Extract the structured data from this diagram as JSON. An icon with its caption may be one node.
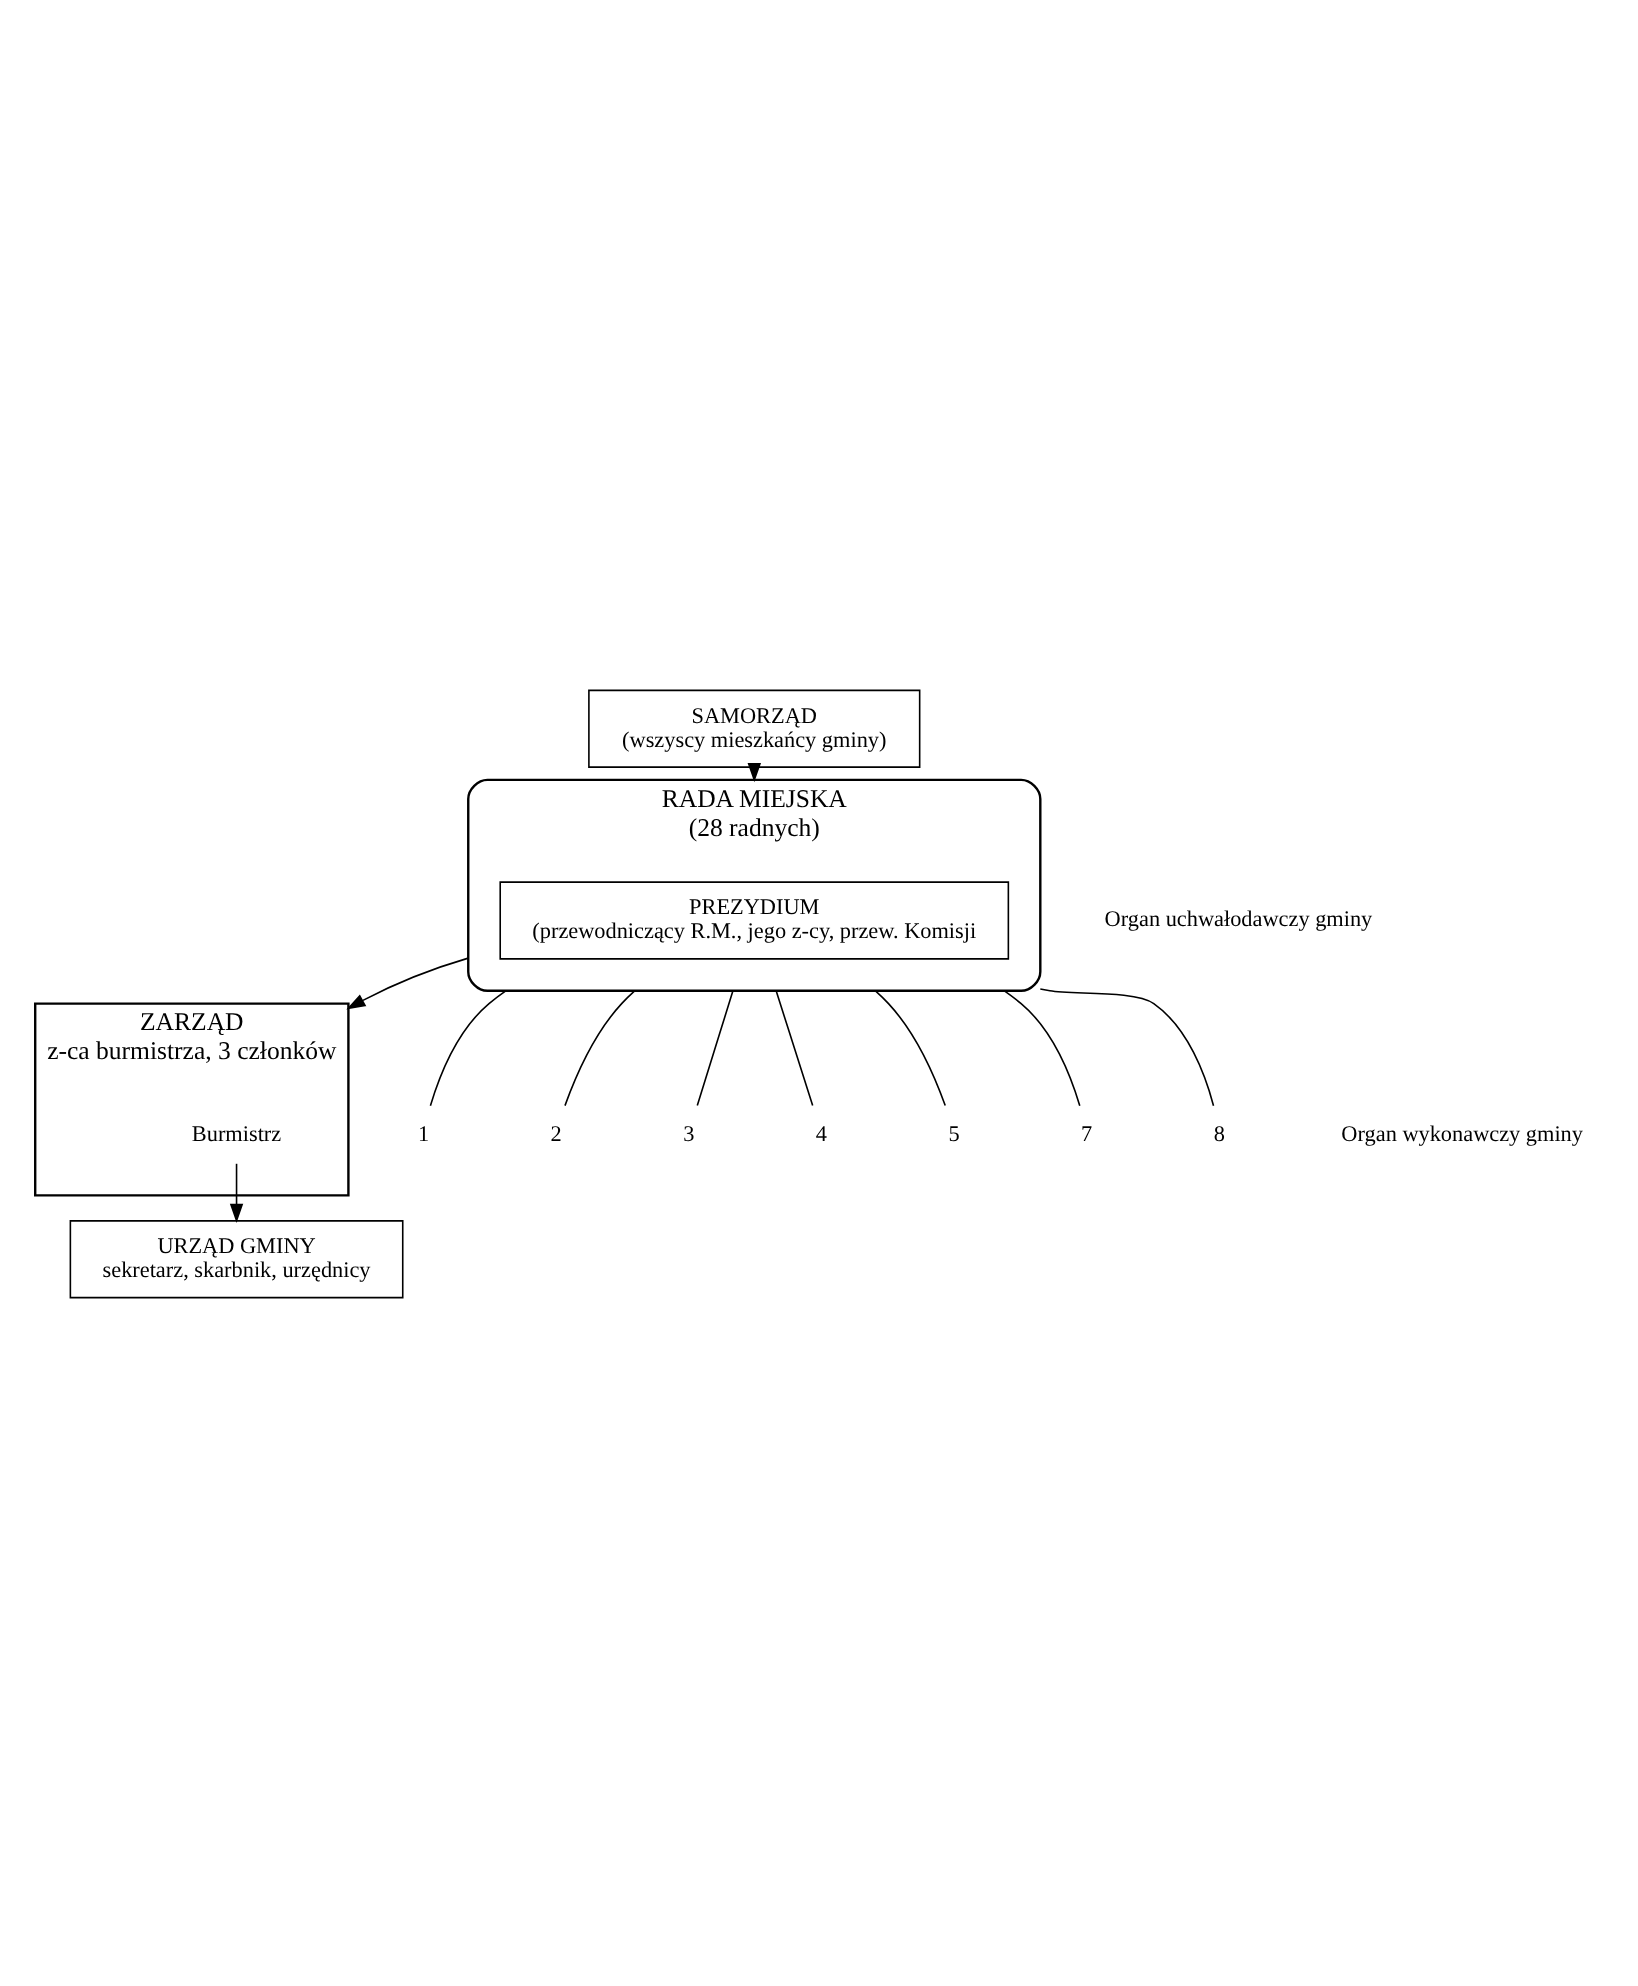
{
  "diagram": {
    "nodes": [
      {
        "text": [
          "SAMORZĄD",
          "(wszyscy mieszkańcy gminy)"
        ]
      },
      {
        "text": [
          "RADA MIEJSKA",
          "(28 radnych)"
        ]
      },
      {
        "text": [
          "PREZYDIUM",
          "(przewodniczący R.M., jego z-cy, przew. Komisji"
        ],
        "in": 1
      },
      {
        "text": [
          "ZARZĄD",
          "z-ca burmistrza, 3 członków"
        ]
      },
      {
        "text": [
          "Burmistrz"
        ],
        "in": 3
      },
      {
        "text": [
          "URZĄD GMINY",
          "sekretarz, skarbnik, urzędnicy"
        ]
      },
      {
        "text": [
          "1"
        ]
      },
      {
        "text": [
          "2"
        ]
      },
      {
        "text": [
          "3"
        ]
      },
      {
        "text": [
          "4"
        ]
      },
      {
        "text": [
          "5"
        ]
      },
      {
        "text": [
          "7"
        ]
      },
      {
        "text": [
          "8"
        ]
      }
    ],
    "edges": [
      {
        "from": 0,
        "to": 1,
        "arrow": "to"
      },
      {
        "from": 1,
        "to": 6,
        "arrow": "none"
      },
      {
        "from": 1,
        "to": 7,
        "arrow": "none"
      },
      {
        "from": 1,
        "to": 8,
        "arrow": "none"
      },
      {
        "from": 1,
        "to": 9,
        "arrow": "none"
      },
      {
        "from": 1,
        "to": 10,
        "arrow": "none"
      },
      {
        "from": 1,
        "to": 11,
        "arrow": "none"
      },
      {
        "from": 1,
        "to": 12,
        "arrow": "none"
      },
      {
        "from": 1,
        "to": 3,
        "arrow": "to"
      },
      {
        "from": 4,
        "to": 5,
        "arrow": "to"
      }
    ],
    "labels": [
      "Organ uchwałodawczy gminy",
      "Organ wykonawczy gminy"
    ]
  }
}
